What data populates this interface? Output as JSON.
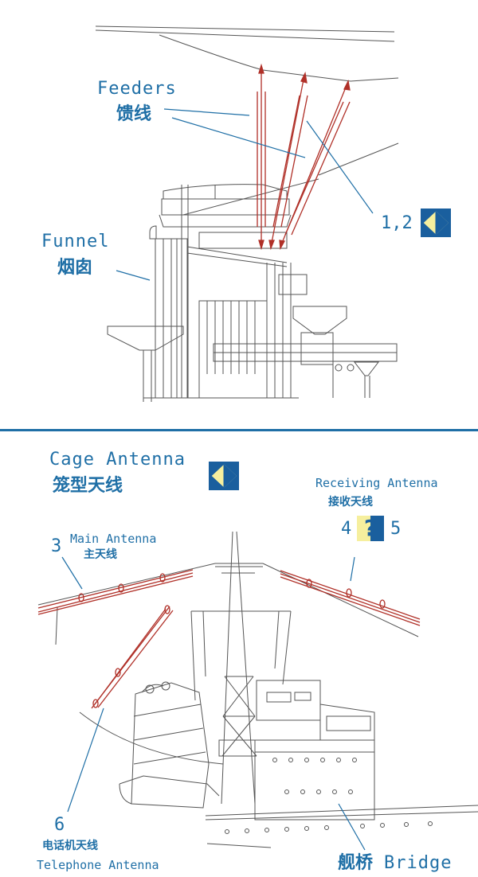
{
  "top_section": {
    "feeders_en": "Feeders",
    "feeders_zh": "馈线",
    "funnel_en": "Funnel",
    "funnel_zh": "烟囱",
    "part_numbers": "1,2",
    "icon": "diamond-direction-icon"
  },
  "bottom_section": {
    "cage_antenna_en": "Cage Antenna",
    "cage_antenna_zh": "笼型天线",
    "receiving_antenna_en": "Receiving Antenna",
    "receiving_antenna_zh": "接收天线",
    "part_4": "4",
    "part_5": "5",
    "question_mark": "?",
    "part_3": "3",
    "main_antenna_en": "Main Antenna",
    "main_antenna_zh": "主天线",
    "part_6": "6",
    "telephone_antenna_zh": "电话机天线",
    "telephone_antenna_en": "Telephone Antenna",
    "bridge_zh": "舰桥",
    "bridge_en": "Bridge",
    "icon": "diamond-direction-icon"
  },
  "colors": {
    "label": "#1f6fa6",
    "antenna": "#b03028",
    "outline": "#555555",
    "icon_blue": "#1a5f9e",
    "icon_yellow": "#f6ef9e"
  }
}
